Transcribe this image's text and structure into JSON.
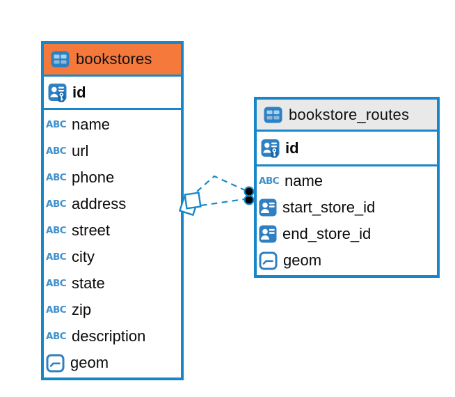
{
  "icons": {
    "text_label": "ABC"
  },
  "colors": {
    "accent_blue": "#1787C9",
    "icon_blue": "#2F80C3",
    "icon_blue_dark": "#1565A8",
    "icon_cell_light": "#A5D2EE",
    "abc_blue": "#4191CC",
    "bookstores_header_bg": "#F5793B",
    "routes_header_bg": "#E9E9E9",
    "relationship_dot": "#000000",
    "text_color": "#0A0A0A"
  },
  "tables": [
    {
      "name": "bookstores",
      "primary_key": "id",
      "columns": [
        {
          "name": "name",
          "type": "text"
        },
        {
          "name": "url",
          "type": "text"
        },
        {
          "name": "phone",
          "type": "text"
        },
        {
          "name": "address",
          "type": "text"
        },
        {
          "name": "street",
          "type": "text"
        },
        {
          "name": "city",
          "type": "text"
        },
        {
          "name": "state",
          "type": "text"
        },
        {
          "name": "zip",
          "type": "text"
        },
        {
          "name": "description",
          "type": "text"
        },
        {
          "name": "geom",
          "type": "geometry"
        }
      ]
    },
    {
      "name": "bookstore_routes",
      "primary_key": "id",
      "columns": [
        {
          "name": "name",
          "type": "text"
        },
        {
          "name": "start_store_id",
          "type": "reference"
        },
        {
          "name": "end_store_id",
          "type": "reference"
        },
        {
          "name": "geom",
          "type": "geometry"
        }
      ]
    }
  ],
  "relationships": [
    {
      "from": "bookstores",
      "to": "bookstore_routes",
      "style": "dashed"
    },
    {
      "from": "bookstores",
      "to": "bookstore_routes",
      "style": "dashed"
    }
  ]
}
